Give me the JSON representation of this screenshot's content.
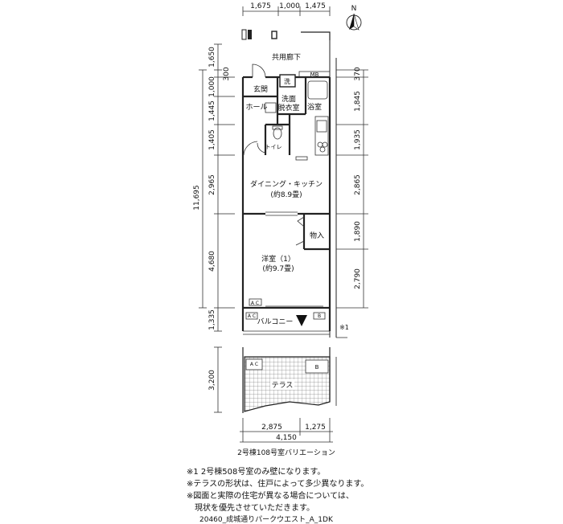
{
  "dims_top": [
    "1,675",
    "1,000",
    "1,475"
  ],
  "dims_left": [
    "1,650",
    "300",
    "1,000",
    "1,445",
    "1,405",
    "2,965",
    "11,695",
    "4,680",
    "1,335",
    "3,200"
  ],
  "dims_right": [
    "370",
    "1,845",
    "1,935",
    "2,865",
    "1,890",
    "2,790"
  ],
  "dims_bottom": [
    "2,875",
    "1,275",
    "4,150"
  ],
  "north_label": "N",
  "rooms": {
    "corridor": "共用廊下",
    "mb": "MB",
    "entrance": "玄関",
    "washer": "洗",
    "washroom_line1": "洗面",
    "washroom_line2": "脱衣室",
    "bath": "浴室",
    "hall": "ホール",
    "toilet": "トイレ",
    "dining": "ダイニング・キッチン",
    "dining_size": "(約8.9畳)",
    "storage": "物入",
    "western": "洋室（1）",
    "western_size": "(約9.7畳)",
    "balcony": "バルコニー",
    "terrace": "テラス",
    "ac": "A C",
    "b": "B",
    "note_mark": "※1"
  },
  "caption": "2号棟108号室バリエーション",
  "notes": [
    "※1 2号棟508号室のみ壁になります。",
    "※テラスの形状は、住戸によって多少異なります。",
    "※図面と実際の住宅が異なる場合については、",
    "　現状を優先させていただきます。"
  ],
  "footer": "20460_成城通りパークウエスト_A_1DK"
}
